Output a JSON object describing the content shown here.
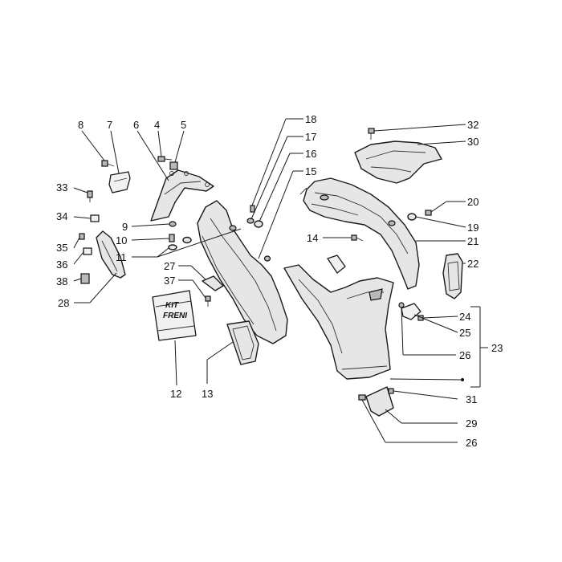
{
  "diagram": {
    "callouts": {
      "c1": "8",
      "c2": "7",
      "c3": "6",
      "c4": "4",
      "c5": "5",
      "c6": "33",
      "c7": "34",
      "c8": "35",
      "c9": "36",
      "c10": "38",
      "c11": "28",
      "c12": "9",
      "c13": "10",
      "c14": "11",
      "c15": "27",
      "c16": "37",
      "c17": "12",
      "c18": "13",
      "c19": "18",
      "c20": "17",
      "c21": "16",
      "c22": "15",
      "c23": "14",
      "c24": "32",
      "c25": "30",
      "c26": "20",
      "c27": "19",
      "c28": "21",
      "c29": "22",
      "c30": "24",
      "c31": "25",
      "c32": "23",
      "c33": "26",
      "c34": "31",
      "c35": "29",
      "c36": "26"
    },
    "box_text": {
      "line1": "KIT",
      "line2": "FRENI"
    }
  }
}
